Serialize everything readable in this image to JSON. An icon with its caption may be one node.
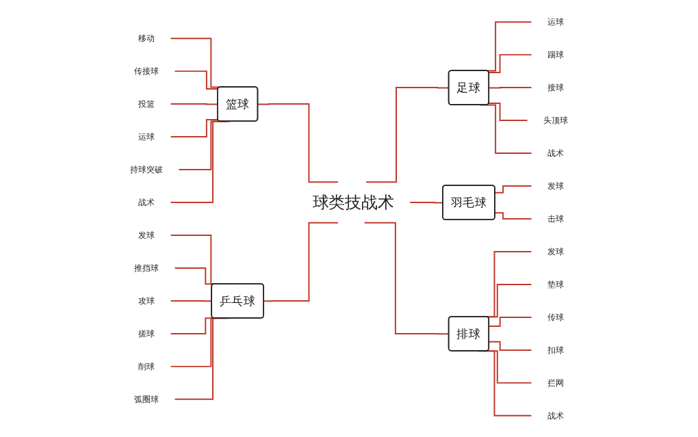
{
  "diagram": {
    "nodes": [
      {
        "text": [
          "球类技战术"
        ]
      },
      {
        "text": [
          "篮球"
        ]
      },
      {
        "text": [
          "移动"
        ]
      },
      {
        "text": [
          "传接球"
        ]
      },
      {
        "text": [
          "投篮"
        ]
      },
      {
        "text": [
          "运球"
        ]
      },
      {
        "text": [
          "持球突破"
        ]
      },
      {
        "text": [
          "战术"
        ]
      },
      {
        "text": [
          "乒乓球"
        ]
      },
      {
        "text": [
          "发球"
        ]
      },
      {
        "text": [
          "推挡球"
        ]
      },
      {
        "text": [
          "攻球"
        ]
      },
      {
        "text": [
          "搓球"
        ]
      },
      {
        "text": [
          "削球"
        ]
      },
      {
        "text": [
          "弧圈球"
        ]
      },
      {
        "text": [
          "足球"
        ]
      },
      {
        "text": [
          "运球"
        ]
      },
      {
        "text": [
          "踢球"
        ]
      },
      {
        "text": [
          "接球"
        ]
      },
      {
        "text": [
          "头顶球"
        ]
      },
      {
        "text": [
          "战术"
        ]
      },
      {
        "text": [
          "羽毛球"
        ]
      },
      {
        "text": [
          "发球"
        ]
      },
      {
        "text": [
          "击球"
        ]
      },
      {
        "text": [
          "排球"
        ]
      },
      {
        "text": [
          "发球"
        ]
      },
      {
        "text": [
          "垫球"
        ]
      },
      {
        "text": [
          "传球"
        ]
      },
      {
        "text": [
          "扣球"
        ]
      },
      {
        "text": [
          "拦网"
        ]
      },
      {
        "text": [
          "战术"
        ]
      }
    ],
    "edges": [
      {
        "from": 0,
        "to": 1,
        "arrow": "none"
      },
      {
        "from": 1,
        "to": 2,
        "arrow": "none"
      },
      {
        "from": 1,
        "to": 3,
        "arrow": "none"
      },
      {
        "from": 1,
        "to": 4,
        "arrow": "none"
      },
      {
        "from": 1,
        "to": 5,
        "arrow": "none"
      },
      {
        "from": 1,
        "to": 6,
        "arrow": "none"
      },
      {
        "from": 1,
        "to": 7,
        "arrow": "none"
      },
      {
        "from": 0,
        "to": 8,
        "arrow": "none"
      },
      {
        "from": 8,
        "to": 9,
        "arrow": "none"
      },
      {
        "from": 8,
        "to": 10,
        "arrow": "none"
      },
      {
        "from": 8,
        "to": 11,
        "arrow": "none"
      },
      {
        "from": 8,
        "to": 12,
        "arrow": "none"
      },
      {
        "from": 8,
        "to": 13,
        "arrow": "none"
      },
      {
        "from": 8,
        "to": 14,
        "arrow": "none"
      },
      {
        "from": 0,
        "to": 15,
        "arrow": "none"
      },
      {
        "from": 15,
        "to": 16,
        "arrow": "none"
      },
      {
        "from": 15,
        "to": 17,
        "arrow": "none"
      },
      {
        "from": 15,
        "to": 18,
        "arrow": "none"
      },
      {
        "from": 15,
        "to": 19,
        "arrow": "none"
      },
      {
        "from": 15,
        "to": 20,
        "arrow": "none"
      },
      {
        "from": 0,
        "to": 21,
        "arrow": "none"
      },
      {
        "from": 21,
        "to": 22,
        "arrow": "none"
      },
      {
        "from": 21,
        "to": 23,
        "arrow": "none"
      },
      {
        "from": 0,
        "to": 24,
        "arrow": "none"
      },
      {
        "from": 24,
        "to": 25,
        "arrow": "none"
      },
      {
        "from": 24,
        "to": 26,
        "arrow": "none"
      },
      {
        "from": 24,
        "to": 27,
        "arrow": "none"
      },
      {
        "from": 24,
        "to": 28,
        "arrow": "none"
      },
      {
        "from": 24,
        "to": 29,
        "arrow": "none"
      },
      {
        "from": 24,
        "to": 30,
        "arrow": "none"
      }
    ]
  }
}
